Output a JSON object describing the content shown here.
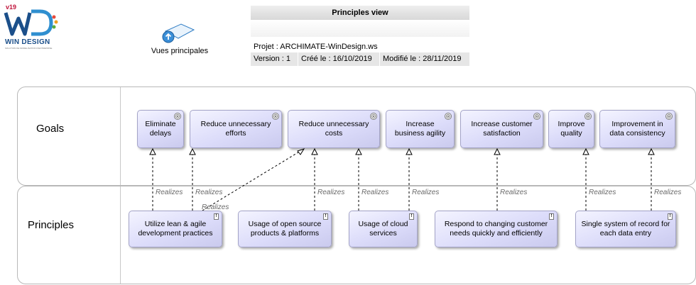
{
  "logo": {
    "version": "v19",
    "brand": "WIN DESIGN",
    "tagline": "SOLUTION DE MODELISATION D'ENTREPRISE"
  },
  "view_link": {
    "label": "Vues principales"
  },
  "header": {
    "title": "Principles view",
    "project": "Projet : ARCHIMATE-WinDesign.ws",
    "version": "Version : 1",
    "created": "Créé le : 16/10/2019",
    "modified": "Modifié le : 28/11/2019"
  },
  "lanes": {
    "goals": "Goals",
    "principles": "Principles"
  },
  "goals": [
    {
      "id": "g1",
      "label": "Eliminate delays"
    },
    {
      "id": "g2",
      "label": "Reduce unnecessary efforts"
    },
    {
      "id": "g3",
      "label": "Reduce unnecessary costs"
    },
    {
      "id": "g4",
      "label": "Increase business agility"
    },
    {
      "id": "g5",
      "label": "Increase customer satisfaction"
    },
    {
      "id": "g6",
      "label": "Improve quality"
    },
    {
      "id": "g7",
      "label": "Improvement in data consistency"
    }
  ],
  "principles": [
    {
      "id": "p1",
      "label": "Utilize lean & agile development practices"
    },
    {
      "id": "p2",
      "label": "Usage of open source products & platforms"
    },
    {
      "id": "p3",
      "label": "Usage of cloud services"
    },
    {
      "id": "p4",
      "label": "Respond to changing customer needs quickly and efficiently"
    },
    {
      "id": "p5",
      "label": "Single system of record for each data entry"
    }
  ],
  "relation_label": "Realizes",
  "relations": [
    {
      "from": "p1",
      "to": "g1",
      "label": "Realizes"
    },
    {
      "from": "p1",
      "to": "g2",
      "label": "Realizes"
    },
    {
      "from": "p1",
      "to": "g3",
      "label": "Realizes"
    },
    {
      "from": "p2",
      "to": "g3",
      "label": "Realizes"
    },
    {
      "from": "p3",
      "to": "g3",
      "label": "Realizes"
    },
    {
      "from": "p3",
      "to": "g4",
      "label": "Realizes"
    },
    {
      "from": "p4",
      "to": "g5",
      "label": "Realizes"
    },
    {
      "from": "p5",
      "to": "g6",
      "label": "Realizes"
    },
    {
      "from": "p5",
      "to": "g7",
      "label": "Realizes"
    }
  ]
}
